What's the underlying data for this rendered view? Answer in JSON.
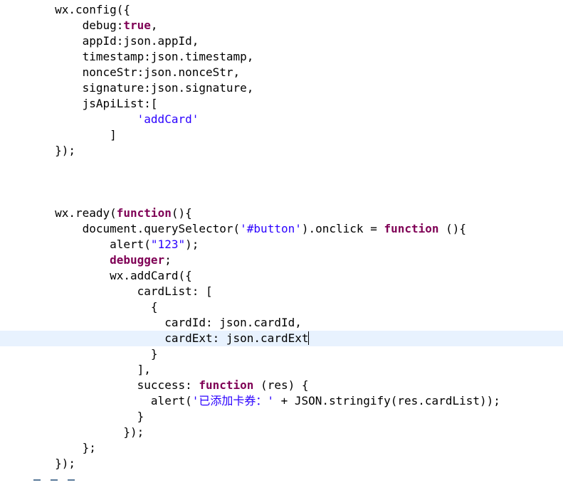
{
  "editor": {
    "current_line_color": "#e8f2fe",
    "colors": {
      "keyword": "#7f0055",
      "string": "#2a00ff",
      "text": "#000000"
    },
    "lines": [
      {
        "indent": "        ",
        "segments": [
          {
            "text": "wx.config({"
          }
        ]
      },
      {
        "indent": "            ",
        "segments": [
          {
            "text": "debug:"
          },
          {
            "text": "true",
            "kind": "kw"
          },
          {
            "text": ","
          }
        ]
      },
      {
        "indent": "            ",
        "segments": [
          {
            "text": "appId:json.appId,"
          }
        ]
      },
      {
        "indent": "            ",
        "segments": [
          {
            "text": "timestamp:json.timestamp,"
          }
        ]
      },
      {
        "indent": "            ",
        "segments": [
          {
            "text": "nonceStr:json.nonceStr,"
          }
        ]
      },
      {
        "indent": "            ",
        "segments": [
          {
            "text": "signature:json.signature,"
          }
        ]
      },
      {
        "indent": "            ",
        "segments": [
          {
            "text": "jsApiList:["
          }
        ]
      },
      {
        "indent": "                    ",
        "segments": [
          {
            "text": "'addCard'",
            "kind": "str"
          }
        ]
      },
      {
        "indent": "                ",
        "segments": [
          {
            "text": "]"
          }
        ]
      },
      {
        "indent": "        ",
        "segments": [
          {
            "text": "});"
          }
        ]
      },
      {
        "indent": "",
        "segments": []
      },
      {
        "indent": "",
        "segments": []
      },
      {
        "indent": "",
        "segments": []
      },
      {
        "indent": "        ",
        "segments": [
          {
            "text": "wx.ready("
          },
          {
            "text": "function",
            "kind": "kw"
          },
          {
            "text": "(){"
          }
        ]
      },
      {
        "indent": "            ",
        "segments": [
          {
            "text": "document.querySelector("
          },
          {
            "text": "'#button'",
            "kind": "str"
          },
          {
            "text": ").onclick = "
          },
          {
            "text": "function",
            "kind": "kw"
          },
          {
            "text": " (){"
          }
        ]
      },
      {
        "indent": "                ",
        "segments": [
          {
            "text": "alert("
          },
          {
            "text": "\"123\"",
            "kind": "str"
          },
          {
            "text": ");"
          }
        ]
      },
      {
        "indent": "                ",
        "segments": [
          {
            "text": "debugger",
            "kind": "kw"
          },
          {
            "text": ";"
          }
        ]
      },
      {
        "indent": "                ",
        "segments": [
          {
            "text": "wx.addCard({"
          }
        ]
      },
      {
        "indent": "                    ",
        "segments": [
          {
            "text": "cardList: ["
          }
        ]
      },
      {
        "indent": "                      ",
        "segments": [
          {
            "text": "{"
          }
        ]
      },
      {
        "indent": "                        ",
        "segments": [
          {
            "text": "cardId: json.cardId,"
          }
        ]
      },
      {
        "indent": "                        ",
        "segments": [
          {
            "text": "cardExt: json.cardExt"
          }
        ],
        "current": true,
        "caret": true
      },
      {
        "indent": "                      ",
        "segments": [
          {
            "text": "}"
          }
        ]
      },
      {
        "indent": "                    ",
        "segments": [
          {
            "text": "],"
          }
        ]
      },
      {
        "indent": "                    ",
        "segments": [
          {
            "text": "success: "
          },
          {
            "text": "function",
            "kind": "kw"
          },
          {
            "text": " (res) {"
          }
        ]
      },
      {
        "indent": "                      ",
        "segments": [
          {
            "text": "alert("
          },
          {
            "text": "'已添加卡券：'",
            "kind": "str"
          },
          {
            "text": " + JSON.stringify(res.cardList));"
          }
        ]
      },
      {
        "indent": "                    ",
        "segments": [
          {
            "text": "}"
          }
        ]
      },
      {
        "indent": "                  ",
        "segments": [
          {
            "text": "});"
          }
        ]
      },
      {
        "indent": "            ",
        "segments": [
          {
            "text": "};"
          }
        ]
      },
      {
        "indent": "        ",
        "segments": [
          {
            "text": "});"
          }
        ]
      }
    ]
  }
}
